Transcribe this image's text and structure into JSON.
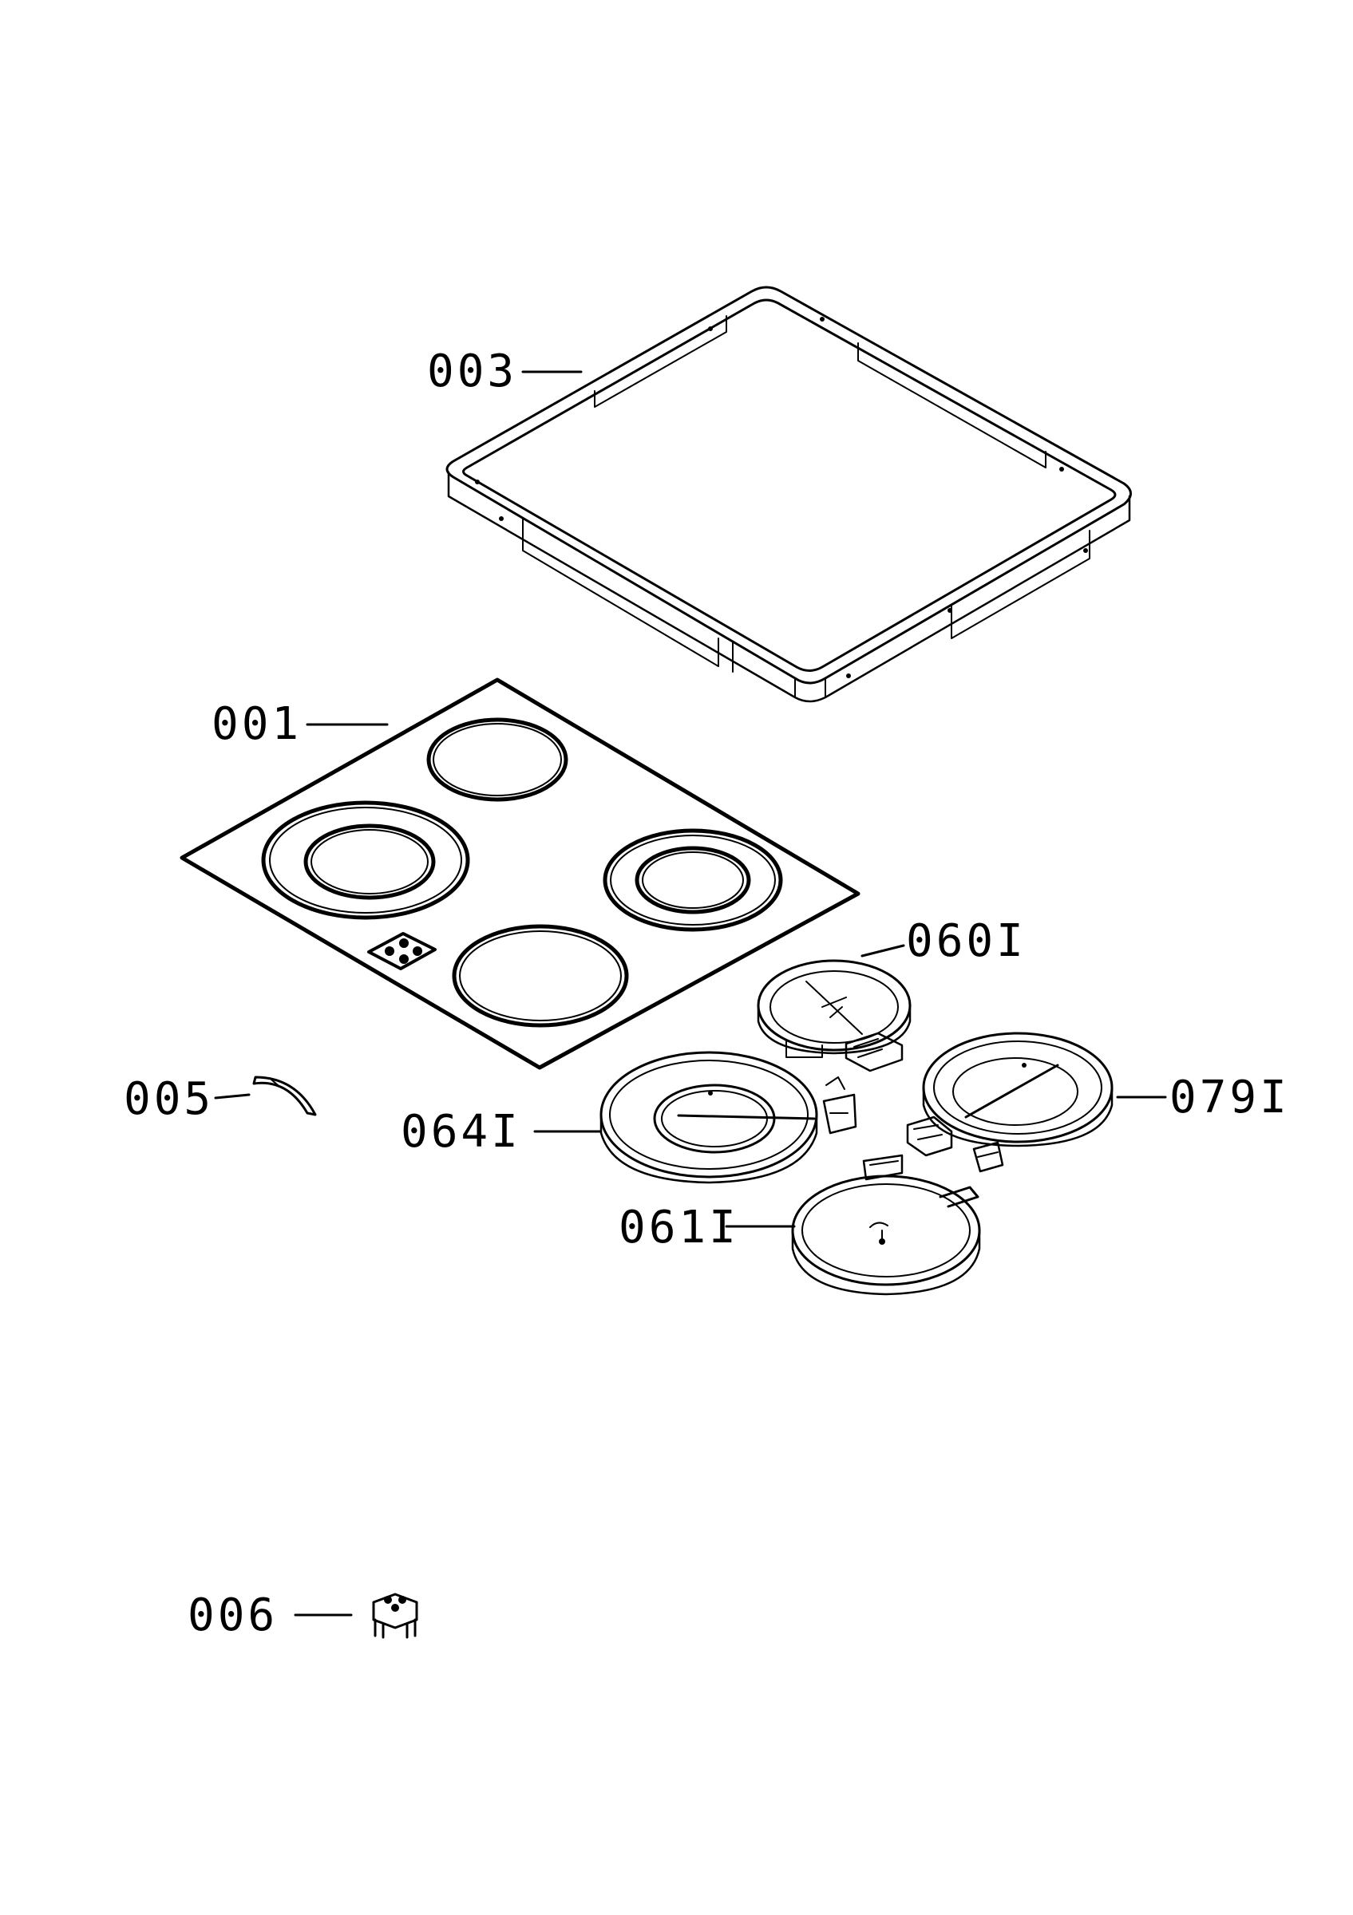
{
  "diagram": {
    "ink_color": "#000000",
    "background_color": "#ffffff",
    "parts": [
      {
        "id": "frame",
        "label": "003"
      },
      {
        "id": "glass-top",
        "label": "001"
      },
      {
        "id": "heater-rear-right",
        "label": "060I"
      },
      {
        "id": "heater-front-left",
        "label": "064I"
      },
      {
        "id": "heater-rear-left",
        "label": "079I"
      },
      {
        "id": "heater-front-right",
        "label": "061I"
      },
      {
        "id": "seal-strip",
        "label": "005"
      },
      {
        "id": "clip",
        "label": "006"
      }
    ]
  }
}
